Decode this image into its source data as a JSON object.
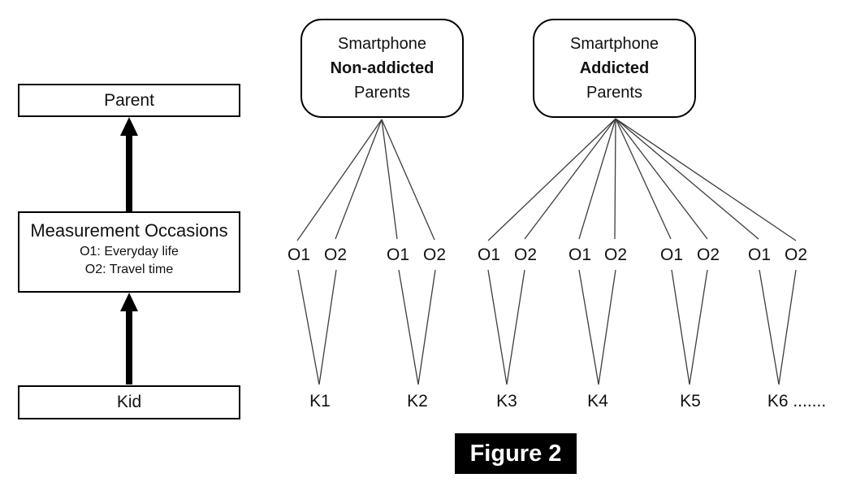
{
  "figure": {
    "caption": "Figure 2"
  },
  "left_flow": {
    "parent_label": "Parent",
    "occasions_title": "Measurement Occasions",
    "occasions_items": [
      "O1: Everyday life",
      "O2: Travel time"
    ],
    "kid_label": "Kid"
  },
  "parent_groups": [
    {
      "line_top": "Smartphone",
      "line_middle": "Non-addicted",
      "line_bottom": "Parents"
    },
    {
      "line_top": "Smartphone",
      "line_middle": "Addicted",
      "line_bottom": "Parents"
    }
  ],
  "occasion_labels": [
    "O1",
    "O2",
    "O1",
    "O2",
    "O1",
    "O2",
    "O1",
    "O2",
    "O1",
    "O2",
    "O1",
    "O2"
  ],
  "kid_labels": [
    "K1",
    "K2",
    "K3",
    "K4",
    "K5",
    "K6 ......."
  ],
  "colors": {
    "box_border": "#000000",
    "thin_line": "#3d3d3d",
    "arrow": "#000000",
    "caption_bg": "#000000",
    "caption_text": "#ffffff"
  }
}
